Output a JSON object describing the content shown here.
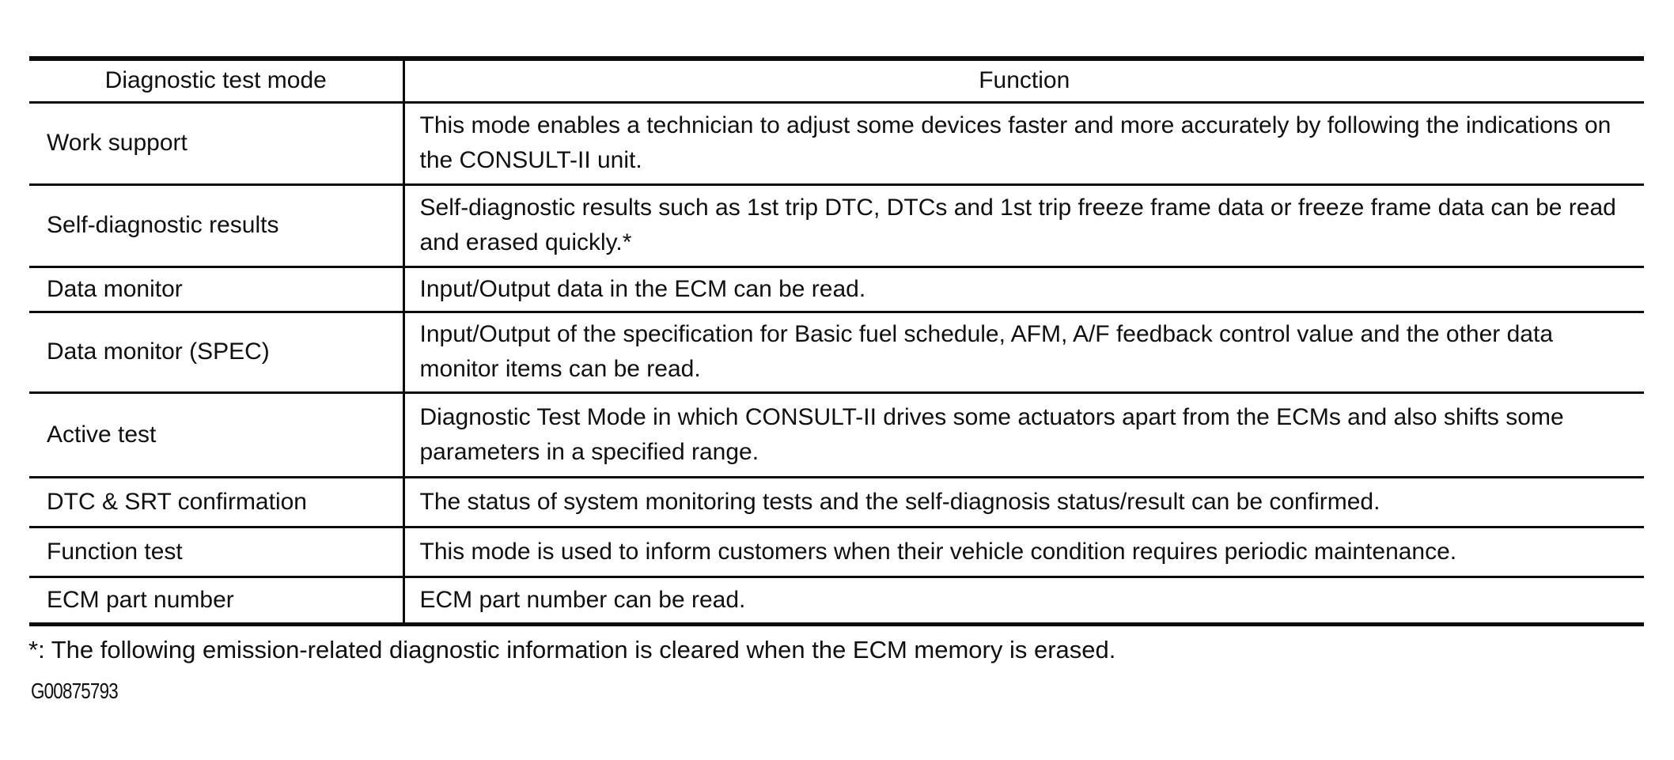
{
  "colors": {
    "ink": "#0c0c0c",
    "background": "#ffffff"
  },
  "table": {
    "columns": [
      "Diagnostic test mode",
      "Function"
    ],
    "rows": [
      {
        "mode": "Work support",
        "function": "This mode enables a technician to adjust some devices faster and more accurately by following the indications on the CONSULT-II unit."
      },
      {
        "mode": "Self-diagnostic results",
        "function": "Self-diagnostic results such as 1st trip DTC, DTCs and 1st trip freeze frame data or freeze frame data can be read and erased quickly.*"
      },
      {
        "mode": "Data monitor",
        "function": "Input/Output data in the ECM can be read."
      },
      {
        "mode": "Data monitor (SPEC)",
        "function": "Input/Output of the specification for Basic fuel schedule, AFM, A/F feedback control value and the other data monitor items can be read."
      },
      {
        "mode": "Active test",
        "function": "Diagnostic Test Mode in which CONSULT-II drives some actuators apart from the ECMs and also shifts some parameters in a specified range."
      },
      {
        "mode": "DTC & SRT confirmation",
        "function": "The status of system monitoring tests and the self-diagnosis status/result can be confirmed."
      },
      {
        "mode": "Function test",
        "function": "This mode is used to inform customers when their vehicle condition requires periodic maintenance."
      },
      {
        "mode": "ECM part number",
        "function": "ECM part number can be read."
      }
    ]
  },
  "footnote": "*: The following emission-related diagnostic information is cleared when the ECM memory is erased.",
  "figure_id": "G00875793"
}
